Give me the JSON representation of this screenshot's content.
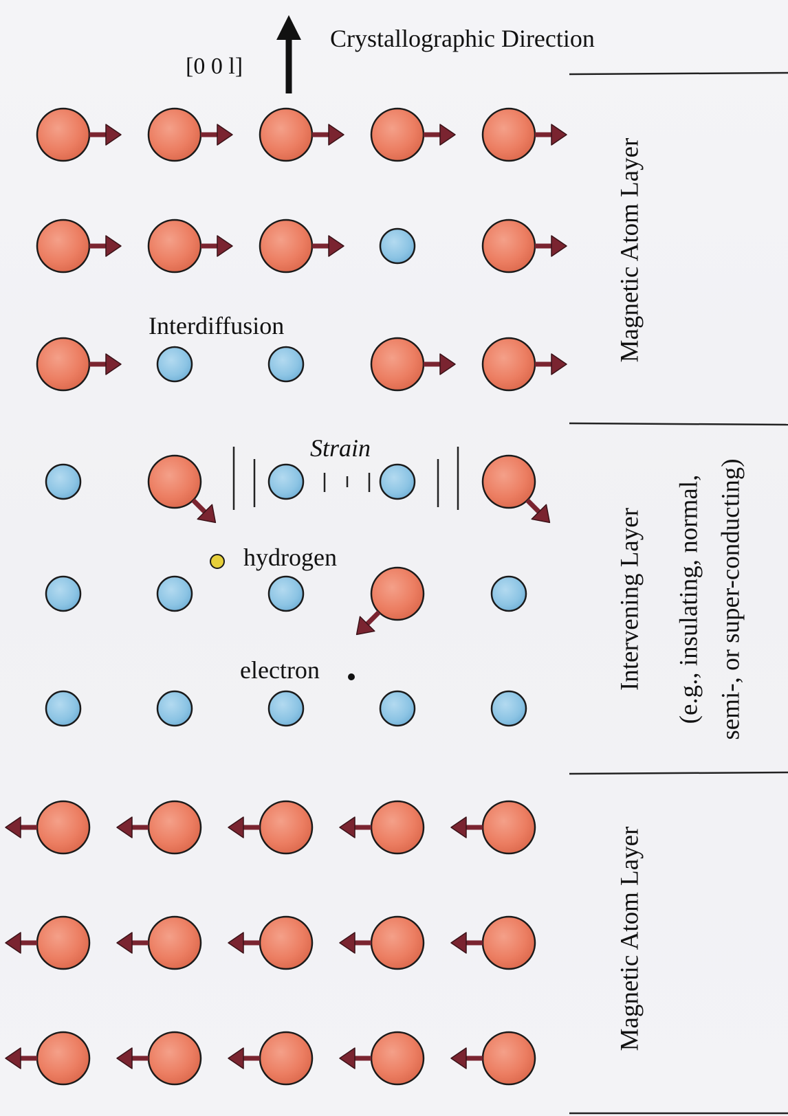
{
  "diagram": {
    "title": "Crystallographic Direction",
    "direction_label": "[0 0 l]",
    "annotations": {
      "interdiffusion": "Interdiffusion",
      "strain": "Strain",
      "hydrogen": "hydrogen",
      "electron": "electron"
    },
    "layers": {
      "top": "Magnetic Atom Layer",
      "middle": "Intervening Layer",
      "middle_note_1": "(e.g., insulating, normal,",
      "middle_note_2": "semi-, or super-conducting)",
      "bottom": "Magnetic Atom Layer"
    },
    "colors": {
      "magnetic_atom": "#ec7e62",
      "nonmagnetic_atom": "#8cc4e4",
      "spin_arrow": "#7a2430",
      "hydrogen": "#e6cf3a",
      "electron": "#111111",
      "outline": "#1a1a1a"
    },
    "rows": [
      [
        "mag-right",
        "mag-right",
        "mag-right",
        "mag-right",
        "mag-right"
      ],
      [
        "mag-right",
        "mag-right",
        "mag-right",
        "non",
        "mag-right"
      ],
      [
        "mag-right",
        "non",
        "non",
        "mag-right",
        "mag-right"
      ],
      [
        "non",
        "mag-downright",
        "non",
        "non",
        "mag-downright"
      ],
      [
        "non",
        "non",
        "non",
        "mag-downleft",
        "non"
      ],
      [
        "non",
        "non",
        "non",
        "non",
        "non"
      ],
      [
        "mag-left",
        "mag-left",
        "mag-left",
        "mag-left",
        "mag-left"
      ],
      [
        "mag-left",
        "mag-left",
        "mag-left",
        "mag-left",
        "mag-left"
      ],
      [
        "mag-left",
        "mag-left",
        "mag-left",
        "mag-left",
        "mag-left"
      ]
    ]
  }
}
